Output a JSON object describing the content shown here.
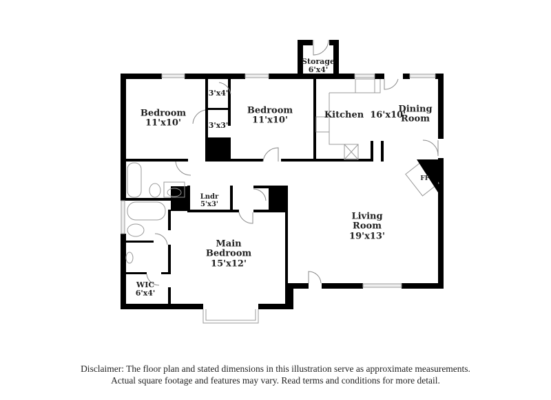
{
  "floorplan": {
    "rooms": [
      {
        "id": "bedroom-2",
        "name": "Bedroom",
        "dims": "11'x10'"
      },
      {
        "id": "closet-a",
        "name": "",
        "dims": "3'x4'"
      },
      {
        "id": "closet-b",
        "name": "",
        "dims": "3'x3'"
      },
      {
        "id": "bedroom-3",
        "name": "Bedroom",
        "dims": "11'x10'"
      },
      {
        "id": "storage",
        "name": "Storage",
        "dims": "6'x4'"
      },
      {
        "id": "kitchen",
        "name": "Kitchen",
        "dims": "16'x10'"
      },
      {
        "id": "dining",
        "name": "Dining",
        "name2": "Room"
      },
      {
        "id": "fireplace",
        "name": "FP"
      },
      {
        "id": "laundry",
        "name": "Lndr",
        "dims": "5'x3'"
      },
      {
        "id": "main-bedroom",
        "name": "Main",
        "name2": "Bedroom",
        "dims": "15'x12'"
      },
      {
        "id": "living",
        "name": "Living",
        "name2": "Room",
        "dims": "19'x13'"
      },
      {
        "id": "wic",
        "name": "WIC",
        "dims": "6'x4'"
      }
    ]
  },
  "disclaimer": {
    "line1": "Disclaimer: The floor plan and stated dimensions in this illustration serve as approximate measurements.",
    "line2": "Actual square footage and features may vary. Read terms and conditions for more detail."
  }
}
